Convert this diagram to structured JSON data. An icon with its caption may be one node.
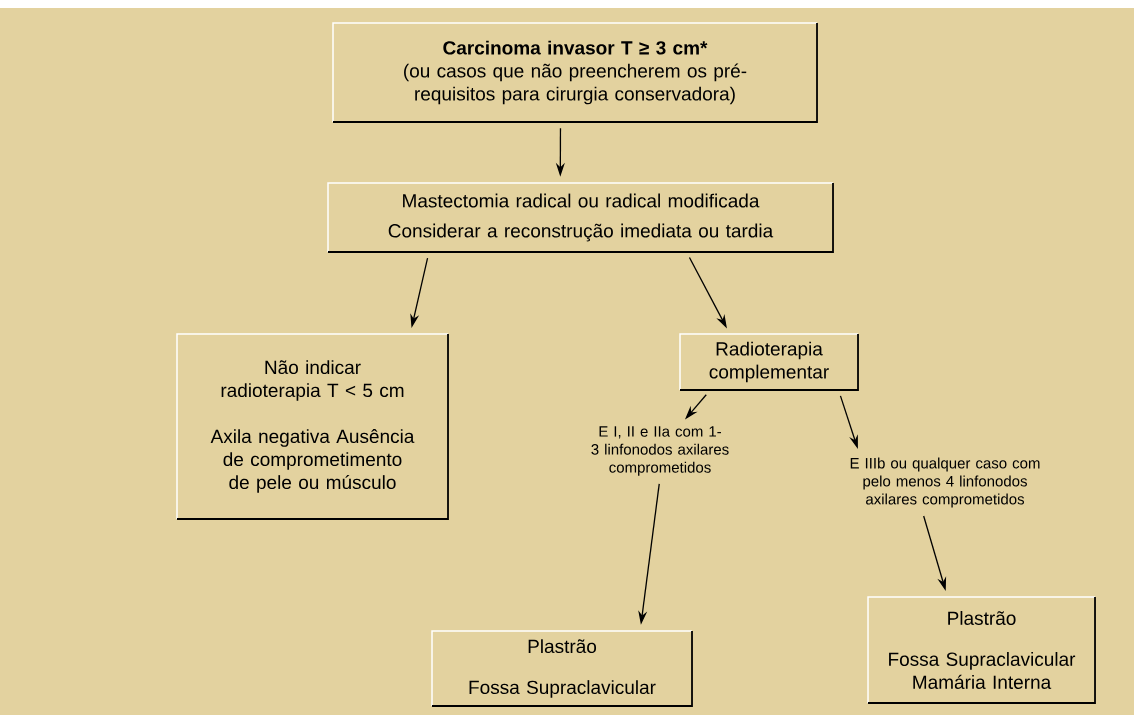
{
  "diagram": {
    "nodes": [
      {
        "text": [
          "Carcinoma invasor T ≥ 3 cm*",
          "(ou casos que não preencherem os pré-requisitos para cirurgia conservadora)"
        ]
      },
      {
        "text": [
          "Mastectomia radical ou radical modificada",
          "Considerar a reconstrução imediata ou tardia"
        ]
      },
      {
        "text": [
          "Não indicar radioterapia T < 5 cm",
          "Axila negativa Ausência de comprometimento de pele ou músculo"
        ]
      },
      {
        "text": [
          "Radioterapia complementar"
        ]
      },
      {
        "text": [
          "E I, II e IIa com 1-3 linfonodos axilares comprometidos"
        ]
      },
      {
        "text": [
          "E IIIb ou qualquer caso com pelo menos 4 linfonodos axilares comprometidos"
        ]
      },
      {
        "text": [
          "Plastrão",
          "Fossa Supraclavicular"
        ]
      },
      {
        "text": [
          "Plastrão",
          "Fossa Supraclavicular Mamária Interna"
        ]
      }
    ],
    "edges": [
      {
        "from": 0,
        "to": 1,
        "arrow": "to"
      },
      {
        "from": 1,
        "to": 2,
        "arrow": "to"
      },
      {
        "from": 1,
        "to": 3,
        "arrow": "to"
      },
      {
        "from": 3,
        "to": 4,
        "arrow": "to"
      },
      {
        "from": 3,
        "to": 5,
        "arrow": "to"
      },
      {
        "from": 4,
        "to": 6,
        "arrow": "to"
      },
      {
        "from": 5,
        "to": 7,
        "arrow": "to"
      }
    ]
  }
}
